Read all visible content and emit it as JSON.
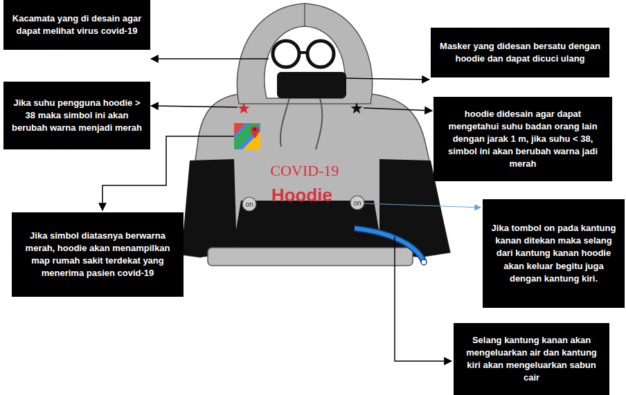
{
  "diagram": {
    "nodes": [
      {
        "text": [
          "Kacamata yang di desain agar dapat melihat virus covid-19"
        ]
      },
      {
        "text": [
          "Masker yang didesan bersatu dengan hoodie dan dapat dicuci ulang"
        ]
      },
      {
        "text": [
          "Jika suhu pengguna hoodie > 38 maka simbol ini akan berubah warna menjadi merah"
        ]
      },
      {
        "text": [
          "hoodie didesain agar dapat mengetahui suhu badan orang lain dengan jarak 1 m, jika suhu < 38, simbol ini akan berubah warna jadi merah"
        ]
      },
      {
        "text": [
          "Jika simbol diatasnya berwarna merah, hoodie akan menampilkan map rumah sakit terdekat yang menerima pasien covid-19"
        ]
      },
      {
        "text": [
          "Jika tombol on pada kantung kanan ditekan maka selang dari kantung kanan hoodie akan keluar begitu juga dengan kantung kiri."
        ]
      },
      {
        "text": [
          "Selang kantung kanan akan mengeluarkan air dan kantung kiri akan mengeluarkan sabun cair"
        ]
      }
    ],
    "labels": [
      "COVID-19",
      "Hoodie",
      "on",
      "on"
    ]
  }
}
